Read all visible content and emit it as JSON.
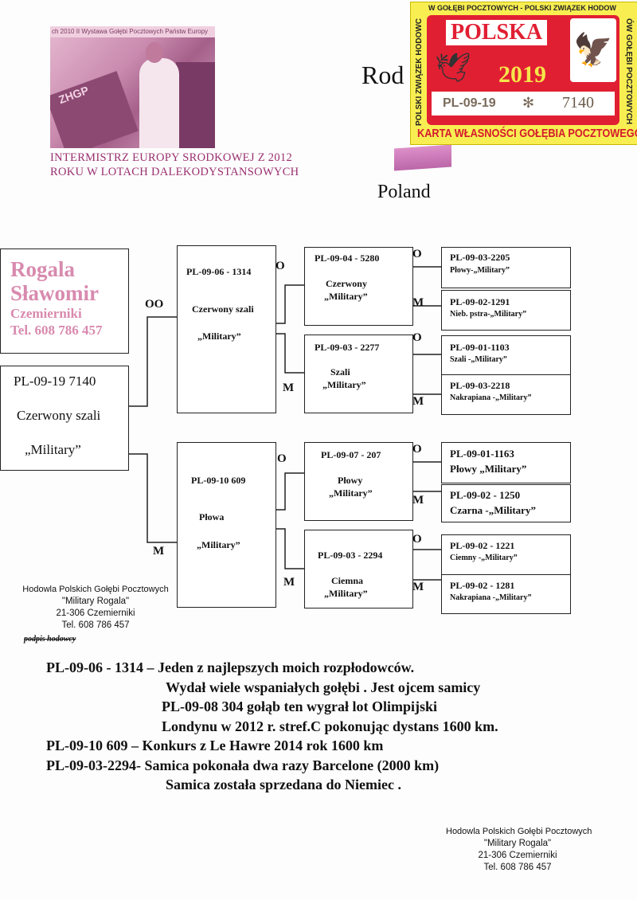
{
  "photo": {
    "banner": "ch 2010 II Wystawa Gołębi Pocztowych Państw Europy",
    "flag_text": "ZHGP"
  },
  "caption": [
    "INTERMISTRZ EUROPY SRODKOWEJ Z 2012",
    "ROKU W LOTACH DALEKODYSTANSOWYCH"
  ],
  "title_partial": "Rod",
  "country": "Poland",
  "card": {
    "top": "W GOŁĘBI POCZTOWYCH - POLSKI ZWIĄZEK HODOW",
    "left_side": "POLSKI ZWIĄZEK HODOWC",
    "right_side": "ÓW GOŁĘBI POCZTOWYCH",
    "polska": "POLSKA",
    "year": "2019",
    "ring": "PL-09-19",
    "number": "7140",
    "bottom": "KARTA WŁASNOŚCI GOŁĘBIA POCZTOWEGO"
  },
  "breeder": {
    "name1": "Rogala",
    "name2": "Sławomir",
    "town": "Czemierniki",
    "phone": "Tel. 608 786 457"
  },
  "bird": {
    "ring": "PL-09-19  7140",
    "color": "Czerwony szali",
    "strain": "„Military”"
  },
  "labels": {
    "sire": "OO",
    "dam": "M",
    "o": "O",
    "m": "M"
  },
  "sire": {
    "ring": "PL-09-06 - 1314",
    "color": "Czerwony szali",
    "strain": "„Military”"
  },
  "dam": {
    "ring": "PL-09-10  609",
    "color": "Płowa",
    "strain": "„Military”"
  },
  "gen3": [
    {
      "ring": "PL-09-04 - 5280",
      "color": "Czerwony",
      "strain": "„Military”"
    },
    {
      "ring": "PL-09-03 - 2277",
      "color": "Szali",
      "strain": "„Military”"
    },
    {
      "ring": "PL-09-07 -  207",
      "color": "Płowy",
      "strain": "„Military”"
    },
    {
      "ring": "PL-09-03 - 2294",
      "color": "Ciemna",
      "strain": "„Military”"
    }
  ],
  "gen4": [
    {
      "ring": "PL-09-03-2205",
      "desc": "Płowy-„Military”"
    },
    {
      "ring": "PL-09-02-1291",
      "desc": "Nieb. pstra-„Military”"
    },
    {
      "ring": "PL-09-01-1103",
      "desc": "Szali -„Military”"
    },
    {
      "ring": "PL-09-03-2218",
      "desc": "Nakrapiana -„Military”"
    },
    {
      "ring": "PL-09-01-1163",
      "desc": "Płowy „Military”"
    },
    {
      "ring": "PL-09-02 - 1250",
      "desc": "Czarna -„Military”"
    },
    {
      "ring": "PL-09-02 - 1221",
      "desc": "Ciemny  -„Military”"
    },
    {
      "ring": "PL-09-02 - 1281",
      "desc": "Nakrapiana -„Military”"
    }
  ],
  "stamp1": {
    "l1": "Hodowla Polskich Gołębi Pocztowych",
    "l2": "\"Military Rogala\"",
    "l3": "21-306 Czemierniki",
    "l4": "Tel. 608 786 457",
    "sign": "podpis hodowcy"
  },
  "notes": [
    "PL-09-06 - 1314 – Jeden z najlepszych moich rozpłodowców.",
    "Wydał wiele wspaniałych gołębi . Jest ojcem samicy",
    "PL-09-08 304 gołąb ten wygrał lot Olimpijski",
    "Londynu w 2012 r. stref.C pokonując dystans 1600 km.",
    "PL-09-10  609 – Konkurs z Le Hawre 2014 rok  1600 km",
    "PL-09-03-2294- Samica  pokonała  dwa razy Barcelone (2000 km)",
    "Samica została sprzedana do Niemiec ."
  ],
  "stamp2": {
    "l1": "Hodowla Polskich Gołębi Pocztowych",
    "l2": "\"Military Rogala\"",
    "l3": "21-306 Czemierniki",
    "l4": "Tel. 608 786 457"
  }
}
